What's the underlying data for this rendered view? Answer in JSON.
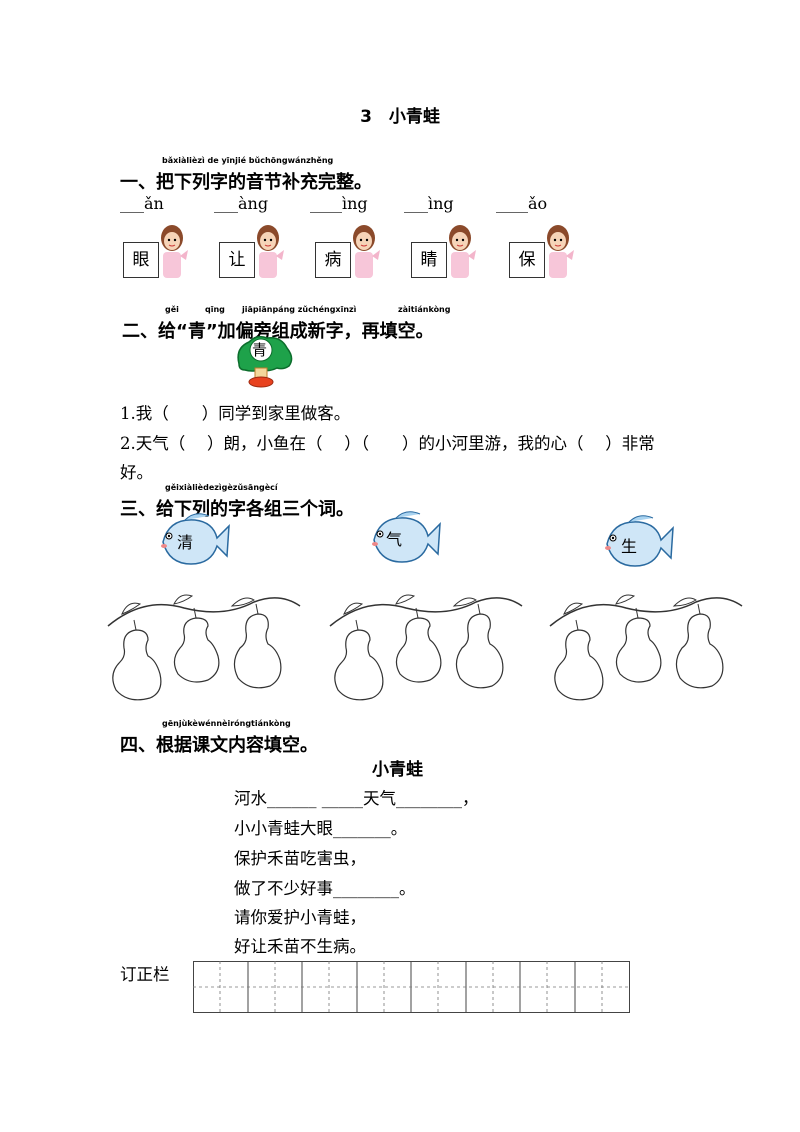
{
  "title": "3　小青蛙",
  "section1": {
    "pinyin": "bǎxiàlièzì de yīnjié bǔchōngwánzhěng",
    "heading": "一、把下列字的音节补充完整。",
    "blanks": [
      "___ǎn",
      "___àng",
      "____ìng",
      "___ìng",
      "____ǎo"
    ],
    "chars": [
      "眼",
      "让",
      "病",
      "睛",
      "保"
    ]
  },
  "section2": {
    "pinyin_parts": [
      "gěi",
      "qīng",
      "jiāpiānpáng zǔchéngxīnzì",
      "zàitiánkòng"
    ],
    "heading": "二、给“青”加偏旁组成新字，再填空。",
    "tree_char": "青",
    "q1": "1.我（　　）同学到家里做客。",
    "q2": "2.天气（　 ）朗，小鱼在（　 ）（　　）的小河里游，我的心（　 ）非常",
    "q2_cont": "好。"
  },
  "section3": {
    "pinyin": "gěixiàlièdezìgèzǔsāngècí",
    "heading": "三、给下列的字各组三个词。",
    "fish_chars": [
      "清",
      "气",
      "生"
    ]
  },
  "section4": {
    "pinyin": "gēnjùkèwénnèiróngtiánkòng",
    "heading": "四、根据课文内容填空。",
    "poem_title": "小青蛙",
    "lines": [
      "河水______ _____天气________，",
      "小小青蛙大眼_______。",
      "保护禾苗吃害虫，",
      "做了不少好事________。",
      "请你爱护小青蛙，",
      "好让禾苗不生病。"
    ]
  },
  "correction": {
    "label": "订正栏",
    "cells": 8
  }
}
